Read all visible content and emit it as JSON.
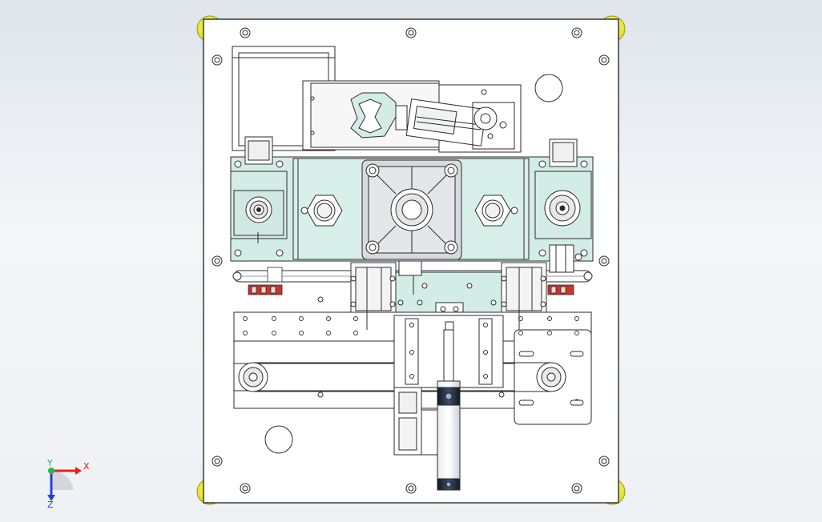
{
  "viewport": {
    "background_top": "#dfe5ec",
    "background_bottom": "#eef1f4"
  },
  "colors": {
    "plate": "#ffffff",
    "line": "#2b2b2b",
    "mint": "#d4ece6",
    "mint_dark": "#b9dcd3",
    "metal": "#c9ccd1",
    "yellow_feet": "#f2ef3a",
    "red_blocks": "#c8342e",
    "triad_x": "#e0241b",
    "triad_y": "#2fb34a",
    "triad_z": "#2443d6",
    "dark_cap": "#1d2a3a"
  },
  "triad": {
    "x_label": "X",
    "y_label": "Y",
    "z_label": "Z"
  }
}
